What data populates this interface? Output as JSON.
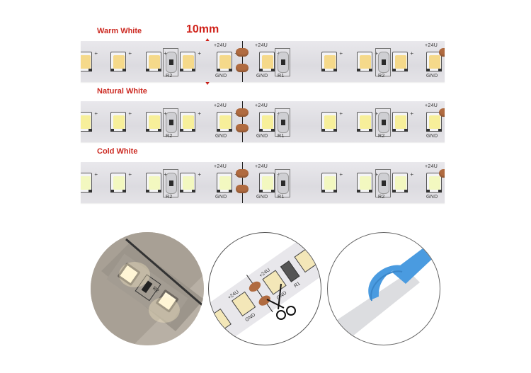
{
  "dimension_label": "10mm",
  "strips": [
    {
      "label": "Warm White",
      "led_color": "#f5d98a"
    },
    {
      "label": "Natural White",
      "led_color": "#f7ef9a"
    },
    {
      "label": "Cold White",
      "led_color": "#f3f8c0"
    }
  ],
  "silkscreen": {
    "plus": "+",
    "v24": "+24U",
    "gnd": "GND",
    "r1": "R1",
    "r2": "R2"
  },
  "details": [
    {
      "name": "lit-strip-closeup",
      "text_r2": "R2"
    },
    {
      "name": "cut-line-closeup",
      "text_v24": "+24U",
      "text_gnd": "GND",
      "text_r1": "R1",
      "icon": "scissors-icon"
    },
    {
      "name": "adhesive-backing-closeup",
      "tape_color": "#4a9be0"
    }
  ],
  "colors": {
    "label_red": "#cc2a22",
    "pad_copper": "#b06b40",
    "tape_blue": "#4a9be0"
  }
}
